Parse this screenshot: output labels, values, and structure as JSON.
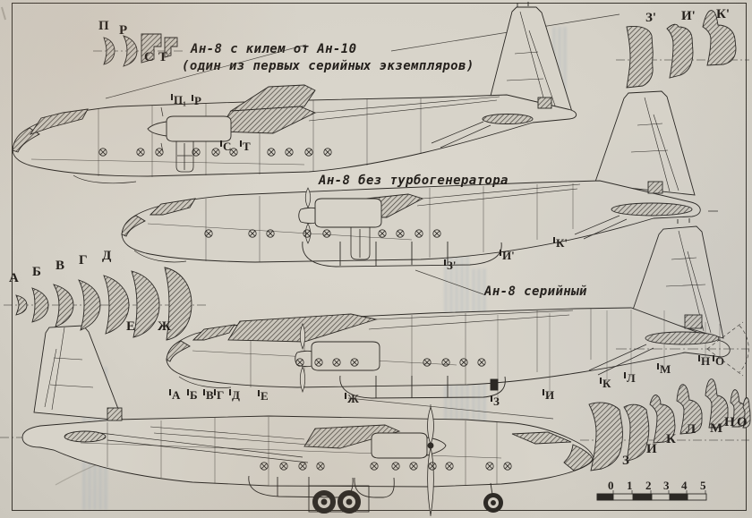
{
  "captions": {
    "variant1_line1": "Ан-8 с килем от Ан-10",
    "variant1_line2": "(один из первых серийных экземпляров)",
    "variant2": "Ан-8 без турбогенератора",
    "variant3": "Ан-8 серийный"
  },
  "cross_sections": {
    "nose_top": [
      "П",
      "Р",
      "С",
      "Т"
    ],
    "tail_prime": [
      "З'",
      "И'",
      "К'"
    ],
    "nose_main_upper": [
      "А",
      "Б",
      "В",
      "Г",
      "Д"
    ],
    "nose_main_lower": [
      "Е",
      "Ж"
    ],
    "tail_main": [
      "З",
      "И",
      "К",
      "Л",
      "М",
      "Н",
      "О"
    ]
  },
  "station_marks": {
    "aircraft1": [
      "П₁",
      "Р",
      "С",
      "Т"
    ],
    "aircraft2": [
      "З'",
      "И'",
      "К'"
    ],
    "aircraft3_front": [
      "А",
      "Б",
      "В",
      "Г",
      "Д",
      "Е",
      "Ж"
    ],
    "aircraft3_rear": [
      "З",
      "И",
      "К",
      "Л",
      "М",
      "Н",
      "О"
    ]
  },
  "scale_bar": {
    "ticks": [
      "0",
      "1",
      "2",
      "3",
      "4",
      "5"
    ]
  },
  "colors": {
    "paper": "#d7d3c9",
    "ink": "#2b2824",
    "bleed_through": "#5f7da3"
  }
}
